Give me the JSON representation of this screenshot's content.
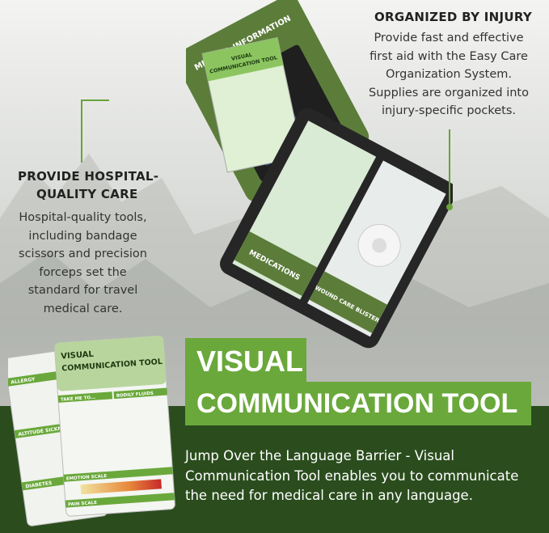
{
  "right_callout": {
    "heading": "ORGANIZED BY INJURY",
    "text": "Provide fast and effective first aid with the Easy Care Organization System. Supplies are organized into injury-specific pockets."
  },
  "left_callout": {
    "heading_line1": "PROVIDE HOSPITAL-",
    "heading_line2": "QUALITY CARE",
    "text": "Hospital-quality tools, including bandage scissors and precision forceps set the standard for travel medical care."
  },
  "banner": {
    "line1": "VISUAL",
    "line2": "COMMUNICATION TOOL"
  },
  "description": "Jump Over the Language Barrier - Visual Communication Tool enables you to communicate the need for medical care in any language.",
  "product_labels": {
    "flap": "MEDICAL INFORMATION",
    "pocket1": "MEDICATIONS",
    "pocket2": "WOUND CARE BLISTER",
    "card_title1": "VISUAL",
    "card_title2": "COMMUNICATION TOOL",
    "card_sections": [
      "ALLERGY",
      "ALTITUDE SICKNESS",
      "DIABETES",
      "TAKE ME TO...",
      "BODILY FLUIDS",
      "EMOTION SCALE",
      "PAIN SCALE"
    ]
  },
  "colors": {
    "accent": "#6aa83b",
    "dark_green": "#2b4d1e",
    "bag_green": "#5c7d3a"
  }
}
